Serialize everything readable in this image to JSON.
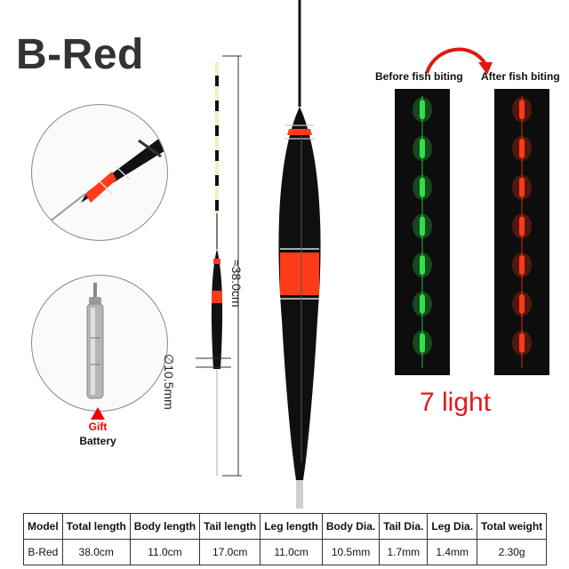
{
  "header": {
    "title": "B-Red"
  },
  "dimensions": {
    "total_length_label": "≈38.0cm",
    "body_diameter_label": "∅10.5mm"
  },
  "battery": {
    "gift_label": "Gift",
    "battery_label": "Battery"
  },
  "lights": {
    "before_label": "Before fish biting",
    "after_label": "After fish biting",
    "count_label": "7 light",
    "before_color": "#2fe04a",
    "after_color": "#ff3a1a",
    "segments": 7
  },
  "specs": {
    "headers": [
      "Model",
      "Total length",
      "Body length",
      "Tail length",
      "Leg length",
      "Body Dia.",
      "Tail Dia.",
      "Leg Dia.",
      "Total weight"
    ],
    "row": [
      "B-Red",
      "38.0cm",
      "11.0cm",
      "17.0cm",
      "11.0cm",
      "10.5mm",
      "1.7mm",
      "1.4mm",
      "2.30g"
    ]
  },
  "colors": {
    "body": "#111111",
    "band": "#ff3b1a",
    "tail": "#f5f5c8"
  }
}
